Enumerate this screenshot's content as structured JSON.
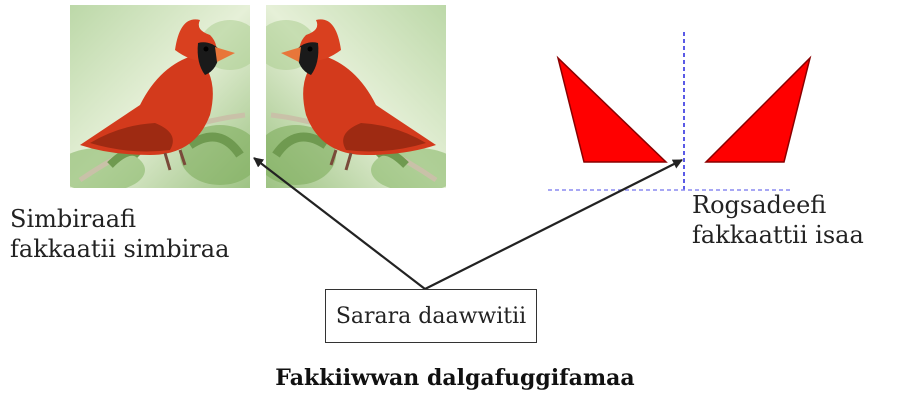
{
  "figure": {
    "bird_label_line1": "Simbiraafi",
    "bird_label_line2": "fakkaatii simbiraa",
    "triangle_label_line1": "Rogsadeefi",
    "triangle_label_line2": "fakkaattii isaa",
    "caption_box": "Sarara daawwitii",
    "title": "Fakkiiwwan dalgafuggifamaa"
  },
  "colors": {
    "triangle_fill": "#ff0000",
    "mirror_line": "#5a5ae6",
    "arrow": "#222222",
    "bird_red": "#d33a1c"
  }
}
